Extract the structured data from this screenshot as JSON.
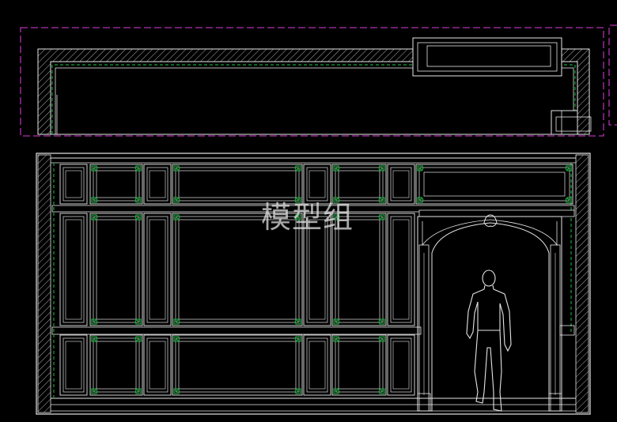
{
  "watermark": {
    "text": "模型组"
  },
  "colors": {
    "background": "#000000",
    "lines": "#e6e6e6",
    "ornament": "#18a038",
    "ornament_dark": "#0d6a24",
    "boundary": "#b030b0"
  },
  "views": {
    "plan": {
      "name": "ceiling-plan"
    },
    "elevation": {
      "name": "wall-elevation"
    }
  }
}
